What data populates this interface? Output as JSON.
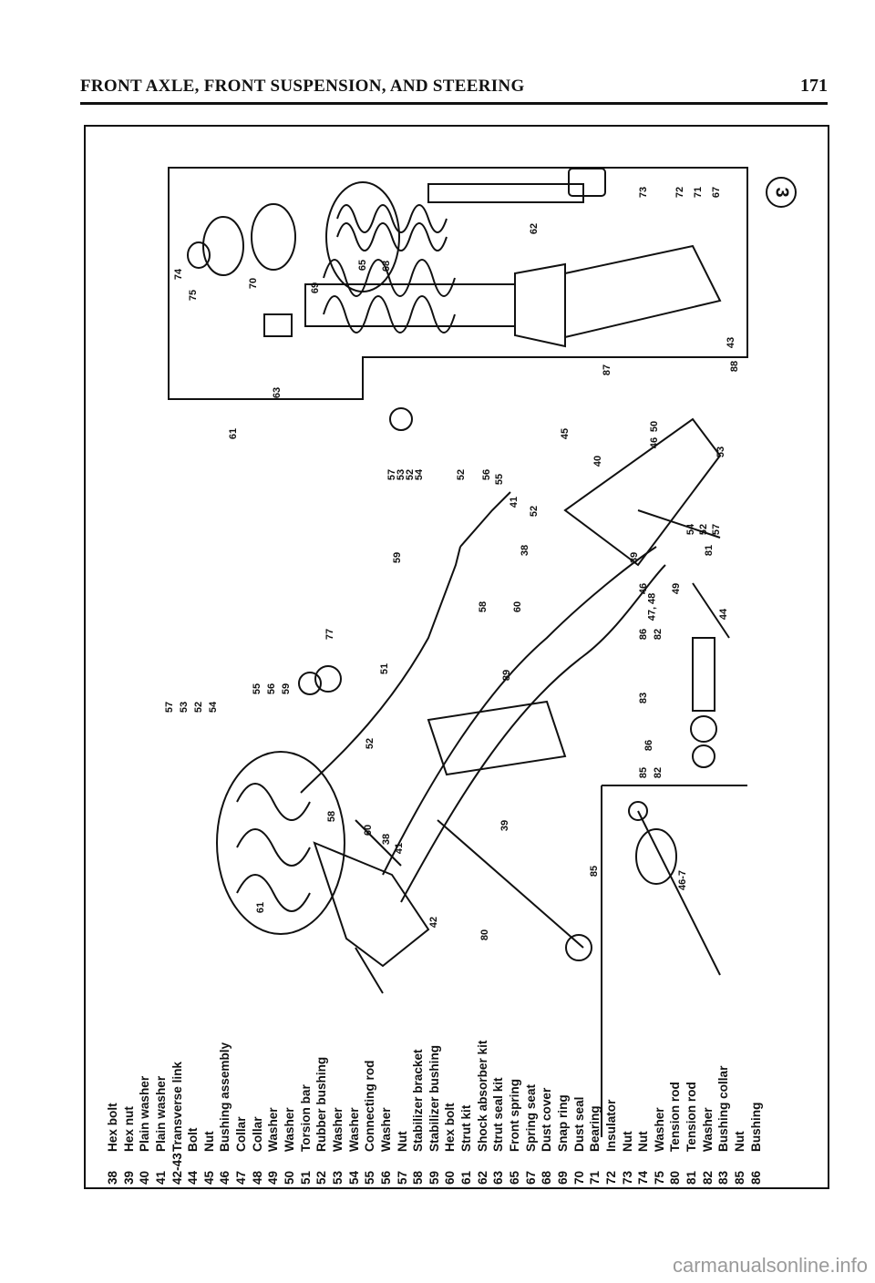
{
  "header": {
    "title": "FRONT AXLE, FRONT SUSPENSION, AND STEERING",
    "page_number": "171"
  },
  "figure": {
    "number": "3",
    "callouts": [
      "73",
      "72",
      "71",
      "67",
      "62",
      "74",
      "75",
      "70",
      "65",
      "68",
      "69",
      "63",
      "61",
      "43",
      "88",
      "87",
      "57",
      "53",
      "52",
      "54",
      "52",
      "56",
      "55",
      "52",
      "45",
      "40",
      "50",
      "46",
      "53",
      "54",
      "52",
      "57",
      "41",
      "38",
      "59",
      "58",
      "60",
      "39",
      "46",
      "47, 48",
      "49",
      "81",
      "44",
      "86",
      "82",
      "77",
      "51",
      "89",
      "57",
      "53",
      "52",
      "54",
      "55",
      "56",
      "59",
      "52",
      "58",
      "60",
      "38",
      "41",
      "83",
      "86",
      "85",
      "82",
      "39",
      "42",
      "80",
      "85",
      "61",
      "46-7"
    ]
  },
  "legend": [
    {
      "no": "38",
      "desc": "Hex bolt"
    },
    {
      "no": "39",
      "desc": "Hex nut"
    },
    {
      "no": "40",
      "desc": "Plain washer"
    },
    {
      "no": "41",
      "desc": "Plain washer"
    },
    {
      "no": "42-43",
      "desc": "Transverse link"
    },
    {
      "no": "44",
      "desc": "Bolt"
    },
    {
      "no": "45",
      "desc": "Nut"
    },
    {
      "no": "46",
      "desc": "Bushing assembly"
    },
    {
      "no": "47",
      "desc": "Collar"
    },
    {
      "no": "48",
      "desc": "Collar"
    },
    {
      "no": "49",
      "desc": "Washer"
    },
    {
      "no": "50",
      "desc": "Washer"
    },
    {
      "no": "51",
      "desc": "Torsion bar"
    },
    {
      "no": "52",
      "desc": "Rubber bushing"
    },
    {
      "no": "53",
      "desc": "Washer"
    },
    {
      "no": "54",
      "desc": "Washer"
    },
    {
      "no": "55",
      "desc": "Connecting rod"
    },
    {
      "no": "56",
      "desc": "Washer"
    },
    {
      "no": "57",
      "desc": "Nut"
    },
    {
      "no": "58",
      "desc": "Stabilizer bracket"
    },
    {
      "no": "59",
      "desc": "Stabilizer bushing"
    },
    {
      "no": "60",
      "desc": "Hex bolt"
    },
    {
      "no": "61",
      "desc": "Strut kit"
    },
    {
      "no": "62",
      "desc": "Shock absorber kit"
    },
    {
      "no": "63",
      "desc": "Strut seal kit"
    },
    {
      "no": "65",
      "desc": "Front spring"
    },
    {
      "no": "67",
      "desc": "Spring seat"
    },
    {
      "no": "68",
      "desc": "Dust cover"
    },
    {
      "no": "69",
      "desc": "Snap ring"
    },
    {
      "no": "70",
      "desc": "Dust seal"
    },
    {
      "no": "71",
      "desc": "Bearing"
    },
    {
      "no": "72",
      "desc": "Insulator"
    },
    {
      "no": "73",
      "desc": "Nut"
    },
    {
      "no": "74",
      "desc": "Nut"
    },
    {
      "no": "75",
      "desc": "Washer"
    },
    {
      "no": "80",
      "desc": "Tension rod"
    },
    {
      "no": "81",
      "desc": "Tension rod"
    },
    {
      "no": "82",
      "desc": "Washer"
    },
    {
      "no": "83",
      "desc": "Bushing collar"
    },
    {
      "no": "85",
      "desc": "Nut"
    },
    {
      "no": "86",
      "desc": "Bushing"
    }
  ],
  "watermark": "carmanualsonline.info"
}
